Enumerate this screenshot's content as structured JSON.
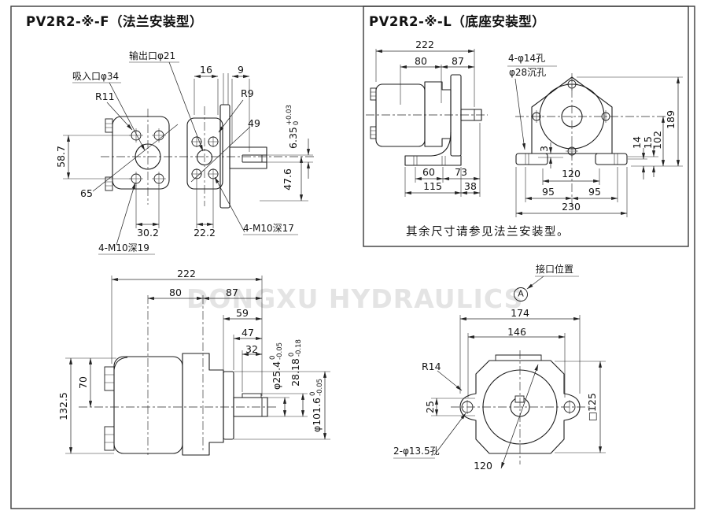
{
  "watermark": "DONGXU HYDRAULICS",
  "flange": {
    "title": "PV2R2-※-F（法兰安装型）",
    "labels": {
      "outlet": "输出口φ21",
      "inlet": "吸入口φ34",
      "r11": "R11",
      "r9": "R9",
      "d16": "16",
      "d9": "9",
      "d49": "49",
      "d635": {
        "main": "6.35",
        "tol_top": "+0.03",
        "tol_bot": "0"
      },
      "d587": "58.7",
      "d65": "65",
      "d476": "47.6",
      "d302": "30.2",
      "d222": "22.2",
      "m10_17": "4-M10深17",
      "m10_19": "4-M10深19"
    }
  },
  "base": {
    "title": "PV2R2-※-L（底座安装型）",
    "note": "其余尺寸请参见法兰安装型。",
    "labels": {
      "d222": "222",
      "d80": "80",
      "d87": "87",
      "holes": "4-φ14孔",
      "cbore": "φ28沉孔",
      "d60": "60",
      "d73": "73",
      "d115": "115",
      "d38": "38",
      "d3": "3",
      "d120": "120",
      "d95a": "95",
      "d95b": "95",
      "d230": "230",
      "d14": "14",
      "d15": "15",
      "d102": "102",
      "d189": "189"
    }
  },
  "side": {
    "labels": {
      "d222": "222",
      "d80": "80",
      "d87": "87",
      "d59": "59",
      "d47": "47",
      "d32": "32",
      "d254": {
        "main": "φ25.4",
        "tol_top": "0",
        "tol_bot": "-0.05"
      },
      "d2818": {
        "main": "28.18",
        "tol_top": "0",
        "tol_bot": "-0.18"
      },
      "d1016": {
        "main": "φ101.6",
        "tol_top": "0",
        "tol_bot": "-0.05"
      },
      "d70": "70",
      "d1325": "132.5"
    }
  },
  "front": {
    "labels": {
      "port": "接口位置",
      "a": "A",
      "d174": "174",
      "d146": "146",
      "r14": "R14",
      "d25": "25",
      "holes": "2-φ13.5孔",
      "d120": "120",
      "d125": "□125"
    }
  }
}
